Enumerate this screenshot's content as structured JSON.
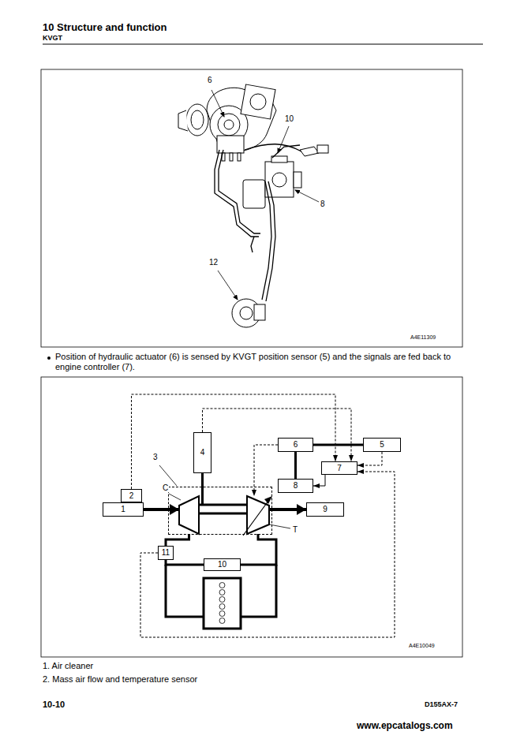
{
  "diagram": {
    "title": "10 Structure and function",
    "nodes": [
      {
        "text": [
          "4"
        ]
      },
      {
        "text": [
          "6"
        ]
      },
      {
        "text": [
          "5"
        ]
      },
      {
        "text": [
          "7"
        ]
      },
      {
        "text": [
          "8"
        ]
      },
      {
        "text": [
          "2"
        ]
      },
      {
        "text": [
          "1"
        ]
      },
      {
        "text": [
          "3"
        ]
      },
      {
        "text": [
          "C"
        ],
        "in": 7
      },
      {
        "text": [
          "T"
        ],
        "in": 7
      },
      {
        "text": [
          "9"
        ]
      },
      {
        "text": [
          "11"
        ]
      },
      {
        "text": [
          "10"
        ]
      }
    ],
    "edges": [
      {
        "from": 6,
        "to": 8,
        "arrow": "to"
      },
      {
        "from": 9,
        "to": 10,
        "arrow": "to"
      },
      {
        "from": 5,
        "to": 3,
        "arrow": "to"
      },
      {
        "from": 0,
        "to": 3,
        "arrow": "to"
      },
      {
        "from": 2,
        "to": 3,
        "arrow": "to"
      },
      {
        "from": 11,
        "to": 3,
        "arrow": "to"
      },
      {
        "from": 1,
        "to": 9,
        "arrow": "to"
      },
      {
        "from": 3,
        "to": 4,
        "arrow": "to"
      },
      {
        "from": 4,
        "to": 1,
        "arrow": "none"
      },
      {
        "from": 2,
        "to": 1,
        "arrow": "none"
      },
      {
        "from": 0,
        "to": 7,
        "arrow": "none"
      },
      {
        "from": 8,
        "to": 11,
        "arrow": "none"
      },
      {
        "from": 11,
        "to": 12,
        "arrow": "none"
      },
      {
        "from": 12,
        "to": 9,
        "arrow": "none"
      }
    ],
    "labels": [
      "KVGT",
      "6",
      "10",
      "8",
      "12",
      "A4E11309",
      "Position of hydraulic actuator (6) is sensed by KVGT position sensor (5) and the signals are fed back to engine controller (7).",
      "A4E10049",
      "1. Air cleaner",
      "2. Mass air flow and temperature sensor",
      "10-10",
      "D155AX-7",
      "www.epcatalogs.com"
    ]
  }
}
